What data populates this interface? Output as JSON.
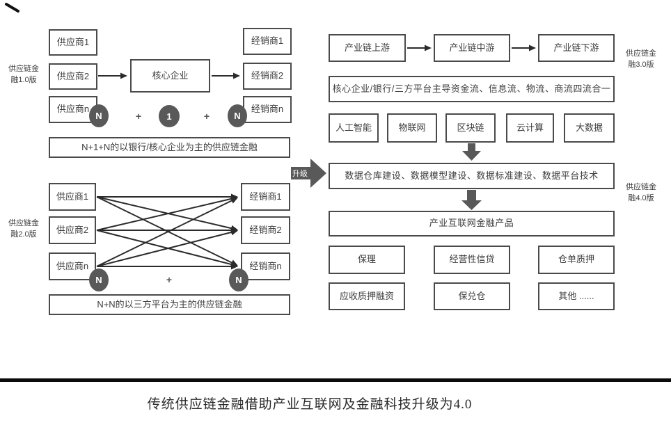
{
  "decoration": {
    "corner_mark": "ink-stroke"
  },
  "colors": {
    "box_border": "#4a4a4a",
    "shape_fill": "#595959",
    "text": "#3d3d3d",
    "rule": "#000000"
  },
  "v1": {
    "label_line1": "供应链金",
    "label_line2": "融1.0版",
    "suppliers": [
      "供应商1",
      "供应商2",
      "供应商n"
    ],
    "core": "核心企业",
    "distributors": [
      "经销商1",
      "经销商2",
      "经销商n"
    ],
    "circles": [
      "N",
      "1",
      "N"
    ],
    "plus": "+",
    "summary": "N+1+N的以银行/核心企业为主的供应链金融"
  },
  "v2": {
    "label_line1": "供应链金",
    "label_line2": "融2.0版",
    "suppliers": [
      "供应商1",
      "供应商2",
      "供应商n"
    ],
    "distributors": [
      "经销商1",
      "经销商2",
      "经销商n"
    ],
    "circles": [
      "N",
      "N"
    ],
    "plus": "+",
    "summary": "N+N的以三方平台为主的供应链金融"
  },
  "upgrade": {
    "label": "升级"
  },
  "v3": {
    "label_line1": "供应链金",
    "label_line2": "融3.0版",
    "chain_stages": [
      "产业链上游",
      "产业链中游",
      "产业链下游"
    ],
    "integration": "核心企业/银行/三方平台主导资金流、信息流、物流、商流四流合一",
    "technologies": [
      "人工智能",
      "物联网",
      "区块链",
      "云计算",
      "大数据"
    ]
  },
  "v4": {
    "label_line1": "供应链金",
    "label_line2": "融4.0版",
    "data_construction": "数据仓库建设、数据模型建设、数据标准建设、数据平台技术",
    "platform": "产业互联网金融产品",
    "products_row1": [
      "保理",
      "经营性信贷",
      "仓单质押"
    ],
    "products_row2": [
      "应收质押融资",
      "保兑仓",
      "其他 ......"
    ]
  },
  "caption": "传统供应链金融借助产业互联网及金融科技升级为4.0"
}
